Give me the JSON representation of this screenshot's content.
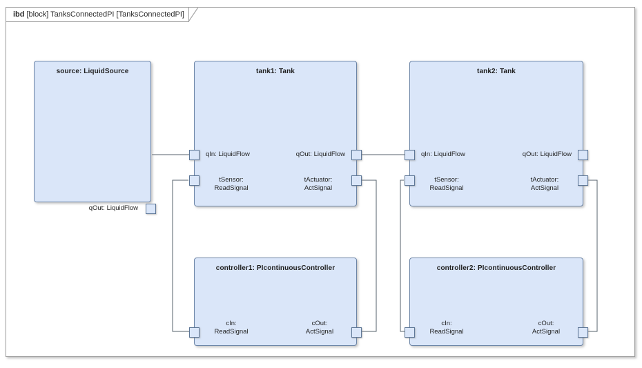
{
  "frame": {
    "kind": "ibd",
    "title": "[block] TanksConnectedPI [TanksConnectedPI]"
  },
  "colors": {
    "block_fill": "#dae6f9",
    "block_border": "#6b84a6",
    "frame_border": "#9b9b9b",
    "connector": "#55606b",
    "text": "#1f1f1f",
    "canvas": "#ffffff"
  },
  "blocks": [
    {
      "id": "source",
      "title": "source: LiquidSource",
      "ports": [
        {
          "id": "source-qout",
          "label_line1": "qOut: LiquidFlow",
          "label_line2": "",
          "side": "right"
        }
      ]
    },
    {
      "id": "tank1",
      "title": "tank1: Tank",
      "ports": [
        {
          "id": "tank1-qin",
          "label_line1": "qIn: LiquidFlow",
          "label_line2": "",
          "side": "left"
        },
        {
          "id": "tank1-qout",
          "label_line1": "qOut: LiquidFlow",
          "label_line2": "",
          "side": "right"
        },
        {
          "id": "tank1-tsensor",
          "label_line1": "tSensor:",
          "label_line2": "ReadSignal",
          "side": "left"
        },
        {
          "id": "tank1-tactuator",
          "label_line1": "tActuator:",
          "label_line2": "ActSignal",
          "side": "right"
        }
      ]
    },
    {
      "id": "tank2",
      "title": "tank2: Tank",
      "ports": [
        {
          "id": "tank2-qin",
          "label_line1": "qIn: LiquidFlow",
          "label_line2": "",
          "side": "left"
        },
        {
          "id": "tank2-qout",
          "label_line1": "qOut: LiquidFlow",
          "label_line2": "",
          "side": "right"
        },
        {
          "id": "tank2-tsensor",
          "label_line1": "tSensor:",
          "label_line2": "ReadSignal",
          "side": "left"
        },
        {
          "id": "tank2-tactuator",
          "label_line1": "tActuator:",
          "label_line2": "ActSignal",
          "side": "right"
        }
      ]
    },
    {
      "id": "controller1",
      "title": "controller1: PIcontinuousController",
      "ports": [
        {
          "id": "controller1-cin",
          "label_line1": "cIn:",
          "label_line2": "ReadSignal",
          "side": "left"
        },
        {
          "id": "controller1-cout",
          "label_line1": "cOut:",
          "label_line2": "ActSignal",
          "side": "right"
        }
      ]
    },
    {
      "id": "controller2",
      "title": "controller2: PIcontinuousController",
      "ports": [
        {
          "id": "controller2-cin",
          "label_line1": "cIn:",
          "label_line2": "ReadSignal",
          "side": "left"
        },
        {
          "id": "controller2-cout",
          "label_line1": "cOut:",
          "label_line2": "ActSignal",
          "side": "right"
        }
      ]
    }
  ],
  "connectors": [
    {
      "id": "conn-source-tank1",
      "from": "source-qout",
      "to": "tank1-qin"
    },
    {
      "id": "conn-tank1-tank2",
      "from": "tank1-qout",
      "to": "tank2-qin"
    },
    {
      "id": "conn-tank1-controller1-sensor",
      "from": "tank1-tsensor",
      "to": "controller1-cin"
    },
    {
      "id": "conn-tank1-controller1-actuator",
      "from": "tank1-tactuator",
      "to": "controller1-cout"
    },
    {
      "id": "conn-tank2-controller2-sensor",
      "from": "tank2-tsensor",
      "to": "controller2-cin"
    },
    {
      "id": "conn-tank2-controller2-actuator",
      "from": "tank2-tactuator",
      "to": "controller2-cout"
    }
  ]
}
